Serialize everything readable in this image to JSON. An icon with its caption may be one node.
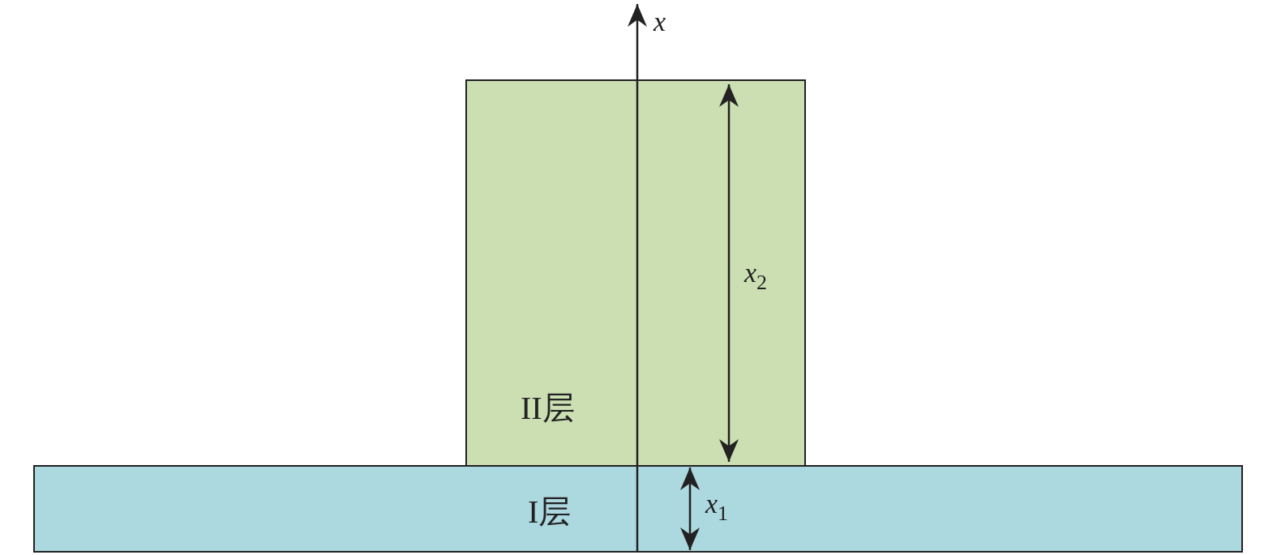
{
  "diagram": {
    "nodes": [
      {
        "text": [
          "II层"
        ]
      },
      {
        "text": [
          "I层"
        ]
      }
    ],
    "labels": [
      "x",
      "*x*$_{2}$",
      "*x*$_{1}$"
    ]
  }
}
